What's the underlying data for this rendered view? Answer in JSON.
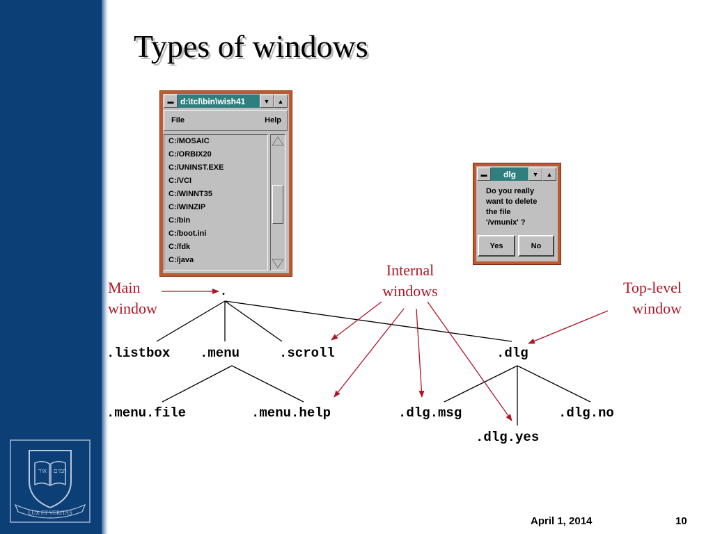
{
  "slide": {
    "title": "Types of windows",
    "date": "April 1, 2014",
    "page_number": "10",
    "crest_motto": "LUX ET VERITAS"
  },
  "main_window": {
    "caption": "d:\\tcl\\bin\\wish41",
    "menu_file": "File",
    "menu_help": "Help",
    "list_items": [
      "C:/MOSAIC",
      "C:/ORBIX20",
      "C:/UNINST.EXE",
      "C:/VCI",
      "C:/WINNT35",
      "C:/WINZIP",
      "C:/bin",
      "C:/boot.ini",
      "C:/fdk",
      "C:/java"
    ]
  },
  "dialog_window": {
    "caption": "dlg",
    "message_lines": [
      "Do you really",
      "want to delete",
      "the file",
      "'/vmunix' ?"
    ],
    "yes_label": "Yes",
    "no_label": "No"
  },
  "tree": {
    "root": ".",
    "level1": [
      ".listbox",
      ".menu",
      ".scroll",
      ".dlg"
    ],
    "menu_children": [
      ".menu.file",
      ".menu.help"
    ],
    "dlg_children": [
      ".dlg.msg",
      ".dlg.yes",
      ".dlg.no"
    ]
  },
  "annotations": {
    "main_window_lines": [
      "Main",
      "window"
    ],
    "internal_windows_lines": [
      "Internal",
      "windows"
    ],
    "top_level_window_lines": [
      "Top-level",
      "window"
    ]
  },
  "colors": {
    "sidebar": "#0d3f77",
    "annotation": "#b01525",
    "tk_caption": "#2f7f7f",
    "tk_border": "#c3582e"
  }
}
